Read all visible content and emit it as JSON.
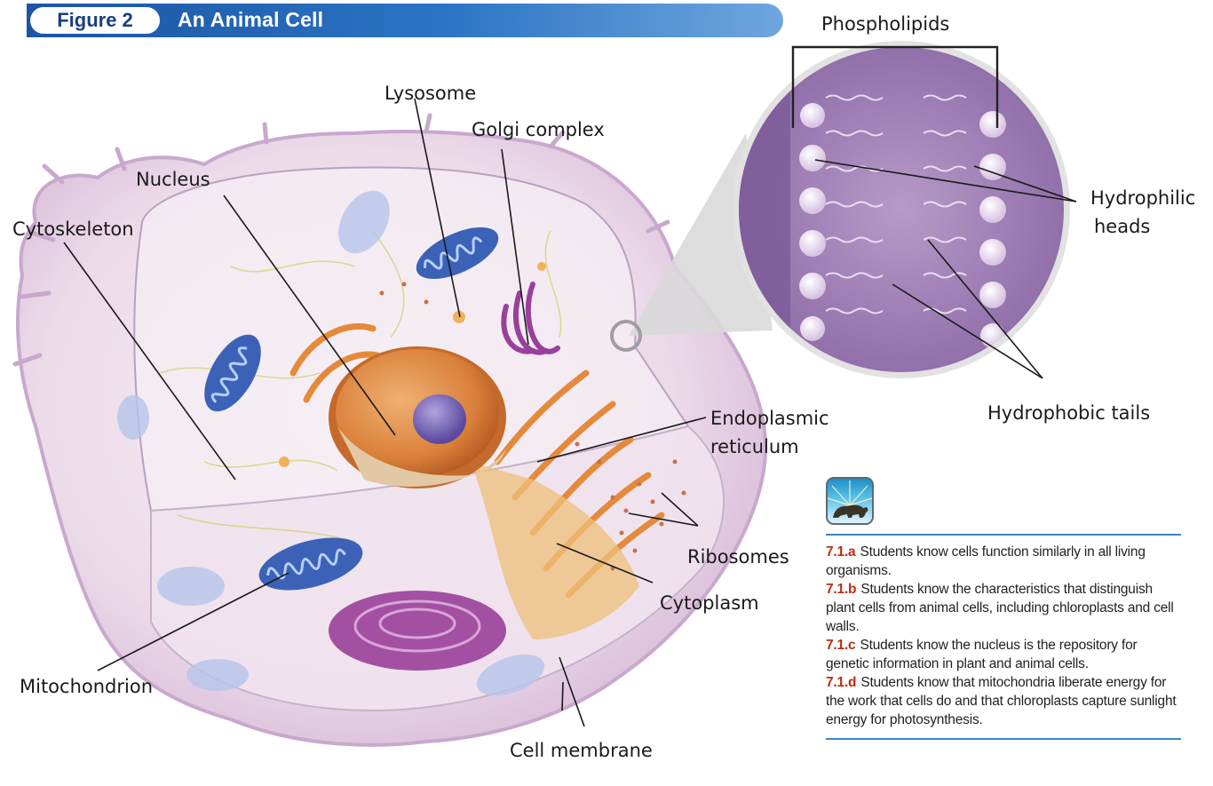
{
  "figure": {
    "number": "Figure 2",
    "title": "An Animal Cell"
  },
  "labels": {
    "lysosome": "Lysosome",
    "golgi": "Golgi complex",
    "nucleus": "Nucleus",
    "cytoskeleton": "Cytoskeleton",
    "er_line1": "Endoplasmic",
    "er_line2": "reticulum",
    "ribosomes": "Ribosomes",
    "cytoplasm": "Cytoplasm",
    "mitochondrion": "Mitochondrion",
    "cell_membrane": "Cell membrane",
    "phospholipids": "Phospholipids",
    "hydrophilic_line1": "Hydrophilic",
    "hydrophilic_line2": "heads",
    "hydrophobic": "Hydrophobic tails"
  },
  "standards_icon": "california-bear-icon",
  "standards": [
    {
      "code": "7.1.a",
      "text": "Students know cells function similarly in all living organisms."
    },
    {
      "code": "7.1.b",
      "text": "Students know the characteristics that distinguish plant cells from animal cells, including chloroplasts and cell walls."
    },
    {
      "code": "7.1.c",
      "text": "Students know the nucleus is the repository for genetic information in plant and animal cells."
    },
    {
      "code": "7.1.d",
      "text": "Students know that mitochondria liberate energy for the work that cells do and that chloroplasts capture sunlight energy for photosynthesis."
    }
  ],
  "colors": {
    "banner_blue": "#1b55a3",
    "membrane_purple": "#d8b9dd",
    "cytoplasm": "#f3eaf1",
    "nucleus_orange": "#d9803a",
    "golgi_purple": "#9a3f9a",
    "mitochondria_blue": "#3c62b7",
    "standard_code_red": "#b52f10"
  }
}
